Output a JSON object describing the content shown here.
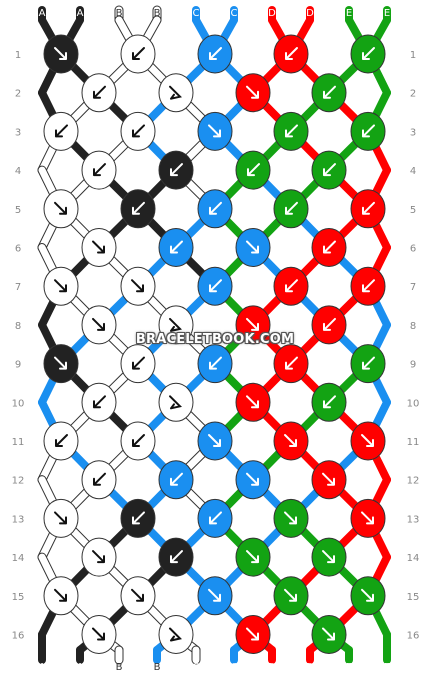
{
  "colors": {
    "A": "#222222",
    "B": "#ffffff",
    "C": "#1a8ff0",
    "D": "#ff0000",
    "E": "#13a313"
  },
  "strings_top": [
    "A",
    "A",
    "B",
    "B",
    "C",
    "C",
    "D",
    "D",
    "E",
    "E"
  ],
  "strings_bottom": [
    "A",
    "A",
    "B",
    "B",
    "C",
    "C",
    "D",
    "D",
    "E",
    "E"
  ],
  "row_numbers": [
    "1",
    "2",
    "3",
    "4",
    "5",
    "6",
    "7",
    "8",
    "9",
    "10",
    "11",
    "12",
    "13",
    "14",
    "15",
    "16"
  ],
  "knot_rows": [
    [
      {
        "c": "A",
        "d": "br"
      },
      {
        "c": "B",
        "d": "bl"
      },
      {
        "c": "C",
        "d": "bl"
      },
      {
        "c": "D",
        "d": "bl"
      },
      {
        "c": "E",
        "d": "bl"
      }
    ],
    [
      {
        "c": "B",
        "d": "bl"
      },
      {
        "c": "B",
        "d": "fr"
      },
      {
        "c": "D",
        "d": "br"
      },
      {
        "c": "E",
        "d": "bl"
      }
    ],
    [
      {
        "c": "B",
        "d": "bl"
      },
      {
        "c": "B",
        "d": "bl"
      },
      {
        "c": "C",
        "d": "br"
      },
      {
        "c": "E",
        "d": "bl"
      },
      {
        "c": "E",
        "d": "bl"
      }
    ],
    [
      {
        "c": "B",
        "d": "bl"
      },
      {
        "c": "A",
        "d": "bl"
      },
      {
        "c": "E",
        "d": "bl"
      },
      {
        "c": "E",
        "d": "bl"
      }
    ],
    [
      {
        "c": "B",
        "d": "br"
      },
      {
        "c": "A",
        "d": "bl"
      },
      {
        "c": "C",
        "d": "bl"
      },
      {
        "c": "E",
        "d": "bl"
      },
      {
        "c": "D",
        "d": "bl"
      }
    ],
    [
      {
        "c": "B",
        "d": "br"
      },
      {
        "c": "C",
        "d": "bl"
      },
      {
        "c": "C",
        "d": "br"
      },
      {
        "c": "D",
        "d": "bl"
      }
    ],
    [
      {
        "c": "B",
        "d": "br"
      },
      {
        "c": "B",
        "d": "br"
      },
      {
        "c": "C",
        "d": "bl"
      },
      {
        "c": "D",
        "d": "bl"
      },
      {
        "c": "D",
        "d": "bl"
      }
    ],
    [
      {
        "c": "B",
        "d": "br"
      },
      {
        "c": "B",
        "d": "fr"
      },
      {
        "c": "D",
        "d": "br"
      },
      {
        "c": "D",
        "d": "bl"
      }
    ],
    [
      {
        "c": "A",
        "d": "br"
      },
      {
        "c": "B",
        "d": "bl"
      },
      {
        "c": "C",
        "d": "bl"
      },
      {
        "c": "D",
        "d": "bl"
      },
      {
        "c": "E",
        "d": "bl"
      }
    ],
    [
      {
        "c": "B",
        "d": "bl"
      },
      {
        "c": "B",
        "d": "fr"
      },
      {
        "c": "D",
        "d": "br"
      },
      {
        "c": "E",
        "d": "bl"
      }
    ],
    [
      {
        "c": "B",
        "d": "bl"
      },
      {
        "c": "B",
        "d": "bl"
      },
      {
        "c": "C",
        "d": "br"
      },
      {
        "c": "D",
        "d": "br"
      },
      {
        "c": "D",
        "d": "br"
      }
    ],
    [
      {
        "c": "B",
        "d": "bl"
      },
      {
        "c": "C",
        "d": "bl"
      },
      {
        "c": "C",
        "d": "br"
      },
      {
        "c": "D",
        "d": "br"
      }
    ],
    [
      {
        "c": "B",
        "d": "br"
      },
      {
        "c": "A",
        "d": "bl"
      },
      {
        "c": "C",
        "d": "bl"
      },
      {
        "c": "E",
        "d": "br"
      },
      {
        "c": "D",
        "d": "br"
      }
    ],
    [
      {
        "c": "B",
        "d": "br"
      },
      {
        "c": "A",
        "d": "bl"
      },
      {
        "c": "E",
        "d": "br"
      },
      {
        "c": "E",
        "d": "br"
      }
    ],
    [
      {
        "c": "B",
        "d": "br"
      },
      {
        "c": "B",
        "d": "br"
      },
      {
        "c": "C",
        "d": "br"
      },
      {
        "c": "E",
        "d": "br"
      },
      {
        "c": "E",
        "d": "br"
      }
    ],
    [
      {
        "c": "B",
        "d": "br"
      },
      {
        "c": "B",
        "d": "fr"
      },
      {
        "c": "D",
        "d": "br"
      },
      {
        "c": "E",
        "d": "br"
      }
    ]
  ],
  "watermark": "BRACELETBOOK.COM"
}
